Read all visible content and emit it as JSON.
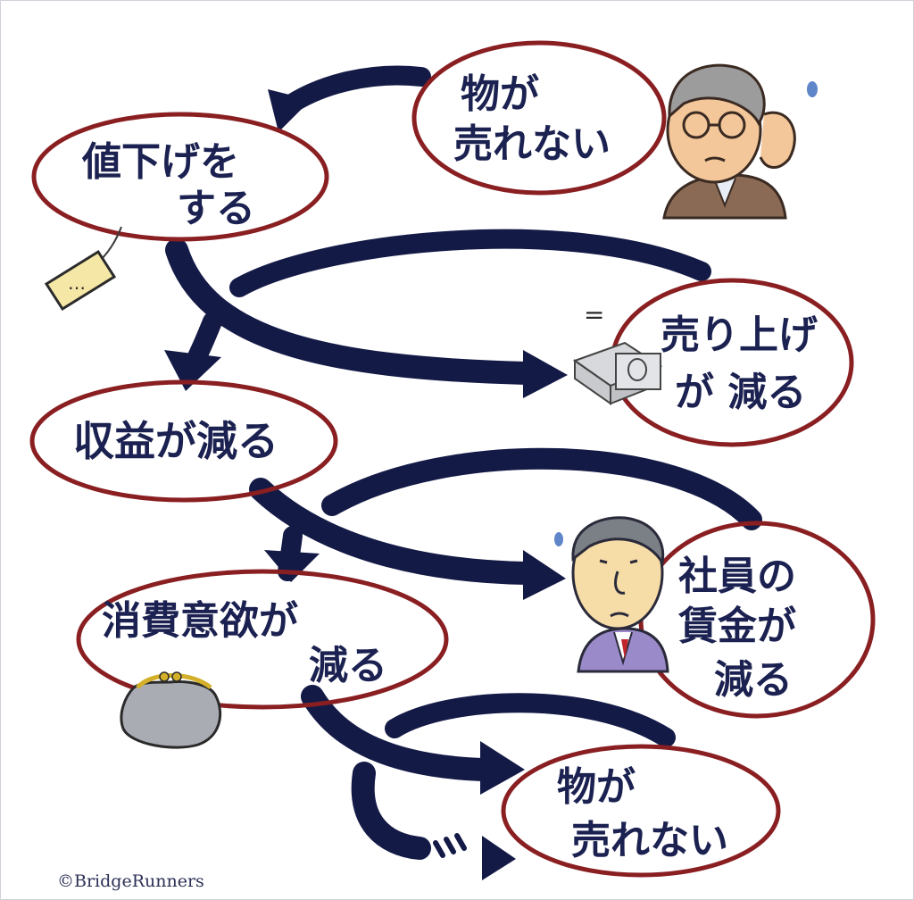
{
  "nodes": {
    "no_sales_top": {
      "line1": "物が",
      "line2": "売れない"
    },
    "price_cut": {
      "line1": "値下げを",
      "line2": "する"
    },
    "sales_decrease": {
      "line1": "売り上げ",
      "line2": "が 減る"
    },
    "profit_decrease": {
      "line1": "収益が減る"
    },
    "wage_decrease": {
      "line1": "社員の",
      "line2": "賃金が",
      "line3": "減る"
    },
    "consumption_decrease": {
      "line1": "消費意欲が",
      "line2": "減る"
    },
    "no_sales_bottom": {
      "line1": "物が",
      "line2": "売れない"
    }
  },
  "illustrations": {
    "price_tag": "…",
    "money_equals": "="
  },
  "colors": {
    "ellipse": "#8a1f22",
    "arrow": "#141a46",
    "text": "#1b2150",
    "tag": "#f5e7a6",
    "purse": "#a9acb3"
  },
  "credit": "©BridgeRunners"
}
